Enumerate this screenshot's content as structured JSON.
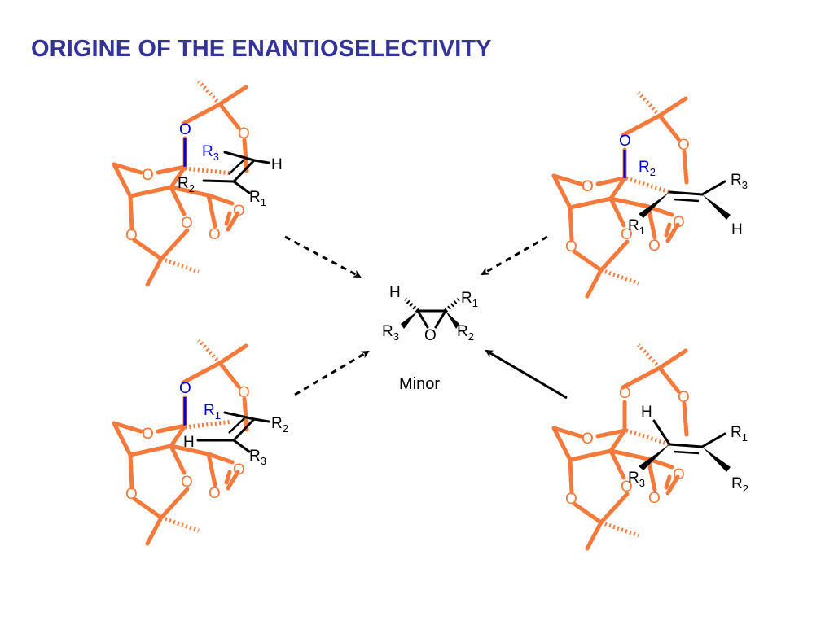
{
  "slide": {
    "title": "ORIGINE OF THE ENANTIOSELECTIVITY",
    "product_label": "Minor",
    "epoxide": {
      "H": "H",
      "R1": "R",
      "R1_sub": "1",
      "R3": "R",
      "R3_sub": "3",
      "R2": "R",
      "R2_sub": "2",
      "O": "O"
    },
    "transition_states": [
      {
        "position": "top-left",
        "arrow": "dashed",
        "ring_oxygen": "O",
        "labels": {
          "R3": "R",
          "R3_sub": "3",
          "H": "H",
          "R2": "R",
          "R2_sub": "2",
          "R1": "R",
          "R1_sub": "1"
        }
      },
      {
        "position": "bottom-left",
        "arrow": "dashed",
        "ring_oxygen": "O",
        "labels": {
          "R1": "R",
          "R1_sub": "1",
          "R2": "R",
          "R2_sub": "2",
          "H": "H",
          "R3": "R",
          "R3_sub": "3"
        }
      },
      {
        "position": "top-right",
        "arrow": "dashed",
        "ring_oxygen": "O",
        "labels": {
          "R2": "R",
          "R2_sub": "2",
          "R3": "R",
          "R3_sub": "3",
          "R1": "R",
          "R1_sub": "1",
          "H": "H"
        }
      },
      {
        "position": "bottom-right",
        "arrow": "solid",
        "ring_oxygen": "O",
        "labels": {
          "H": "H",
          "R1": "R",
          "R1_sub": "1",
          "R3": "R",
          "R3_sub": "3",
          "R2": "R",
          "R2_sub": "2"
        }
      }
    ],
    "colors": {
      "title": "#333399",
      "catalyst": "#f5793a",
      "peroxide_oxygen": "#0000cc",
      "substrate": "#000000"
    }
  }
}
